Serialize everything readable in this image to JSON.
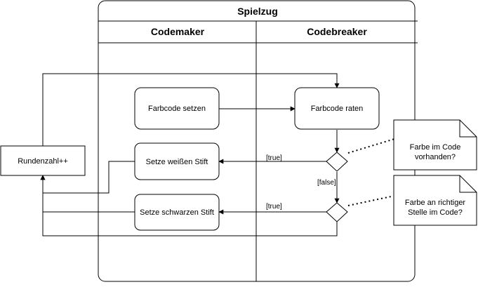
{
  "diagram": {
    "pool_title": "Spielzug",
    "lanes": [
      {
        "label": "Codemaker"
      },
      {
        "label": "Codebreaker"
      }
    ],
    "nodes": {
      "farbcode_setzen": "Farbcode setzen",
      "farbcode_raten": "Farbcode raten",
      "weissen_stift": "Setze weißen Stift",
      "schwarzen_stift": "Setze schwarzen Stift",
      "rundenzahl": "Rundenzahl++"
    },
    "notes": {
      "note1_line1": "Farbe im Code",
      "note1_line2": "vorhanden?",
      "note2_line1": "Farbe an richtiger",
      "note2_line2": "Stelle im Code?"
    },
    "guards": {
      "true1": "[true]",
      "false1": "[false]",
      "true2": "[true]"
    }
  }
}
